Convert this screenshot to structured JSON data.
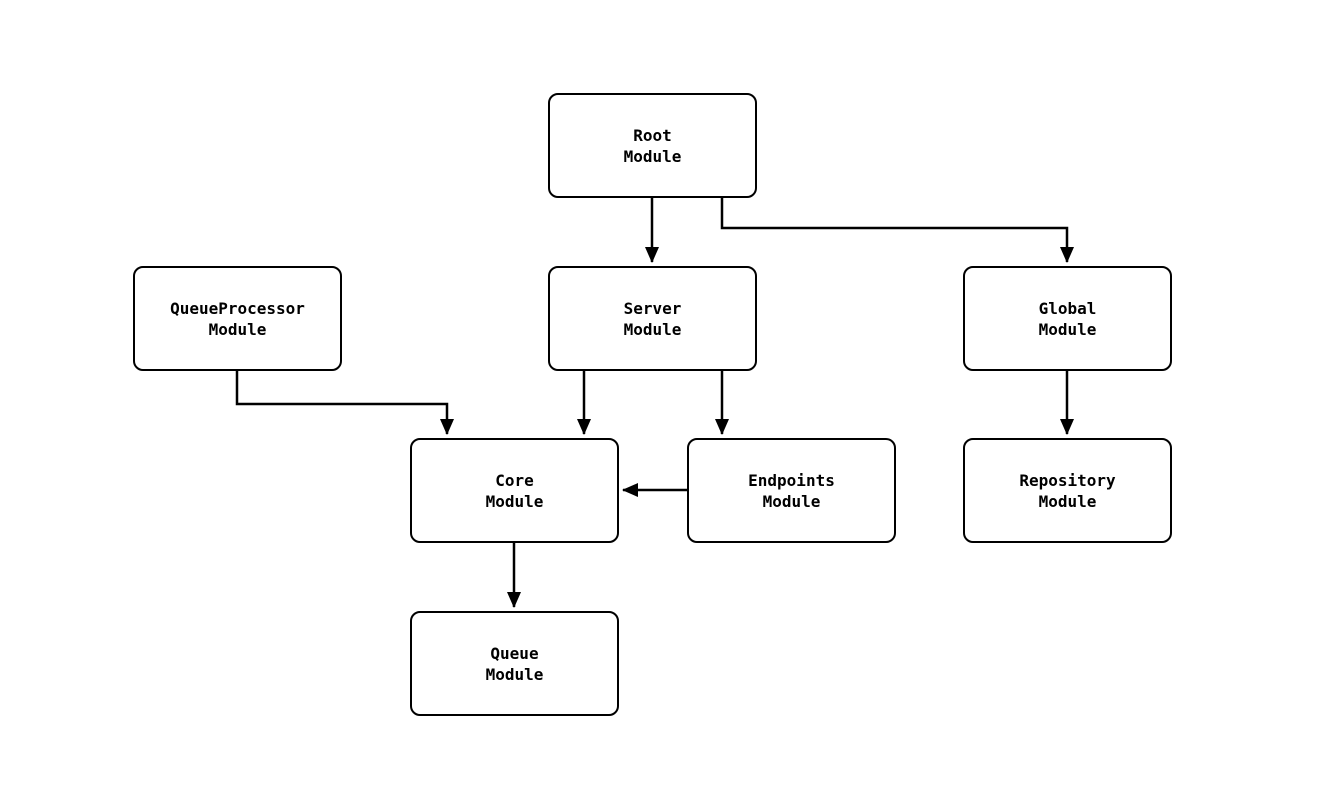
{
  "diagram": {
    "nodes": {
      "root": {
        "label": "Root\nModule"
      },
      "queue_processor": {
        "label": "QueueProcessor\nModule"
      },
      "server": {
        "label": "Server\nModule"
      },
      "global": {
        "label": "Global\nModule"
      },
      "core": {
        "label": "Core\nModule"
      },
      "endpoints": {
        "label": "Endpoints\nModule"
      },
      "repository": {
        "label": "Repository\nModule"
      },
      "queue": {
        "label": "Queue\nModule"
      }
    },
    "edges": [
      {
        "from": "root",
        "to": "server"
      },
      {
        "from": "root",
        "to": "global"
      },
      {
        "from": "queue_processor",
        "to": "core"
      },
      {
        "from": "server",
        "to": "core"
      },
      {
        "from": "server",
        "to": "endpoints"
      },
      {
        "from": "endpoints",
        "to": "core"
      },
      {
        "from": "global",
        "to": "repository"
      },
      {
        "from": "core",
        "to": "queue"
      }
    ],
    "colors": {
      "stroke": "#000000",
      "fill": "#ffffff"
    }
  }
}
